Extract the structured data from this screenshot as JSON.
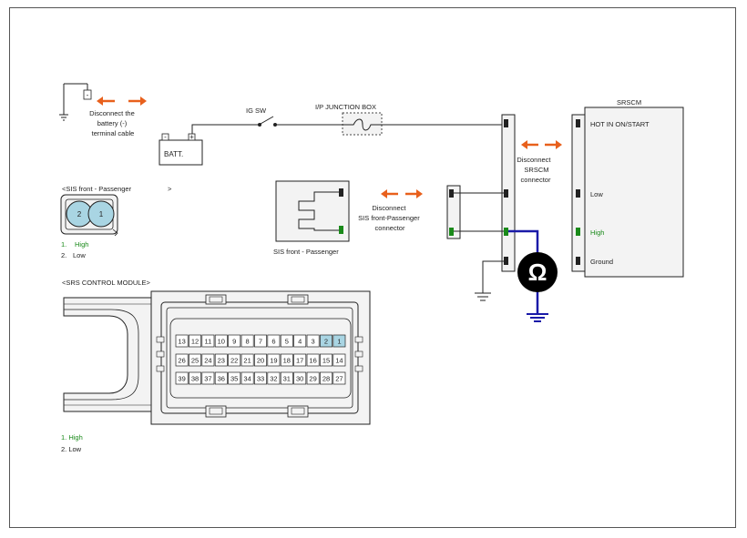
{
  "colors": {
    "orange": "#e8601c",
    "green": "#1a8a1a",
    "meter": "#1a1aa8",
    "box_fill": "#f3f3f3",
    "line": "#222222",
    "lightblue": "#a9d5e3"
  },
  "battery_area": {
    "terminal_minus": "-",
    "disconnect_text": [
      "Disconnect the",
      "battery (-)",
      "terminal cable"
    ],
    "batt_label": "BATT.",
    "batt_minus": "-",
    "batt_plus": "+",
    "ig_sw": "IG SW",
    "junction_box": "I/P JUNCTION BOX"
  },
  "sis_section": {
    "title": "<SIS front - Passenger",
    "title_end": ">",
    "pin_numbers": [
      "2",
      "1"
    ],
    "legend": [
      {
        "num": "1.",
        "text": "High"
      },
      {
        "num": "2.",
        "text": "Low"
      }
    ],
    "component_label": "SIS front - Passenger",
    "disconnect_text": [
      "Disconnect",
      "SIS front-Passenger",
      "connector"
    ]
  },
  "srscm": {
    "title": "SRSCM",
    "disconnect_text": [
      "Disconnect",
      "SRSCM",
      "connector"
    ],
    "pins": [
      "HOT IN ON/START",
      "Low",
      "High",
      "Ground"
    ]
  },
  "meter": {
    "symbol": "Ω"
  },
  "module_section": {
    "title": "<SRS CONTROL MODULE>",
    "row1": [
      "13",
      "12",
      "11",
      "10",
      "9",
      "8",
      "7",
      "6",
      "5",
      "4",
      "3",
      "2",
      "1"
    ],
    "row2": [
      "26",
      "25",
      "24",
      "23",
      "22",
      "21",
      "20",
      "19",
      "18",
      "17",
      "16",
      "15",
      "14"
    ],
    "row3": [
      "39",
      "38",
      "37",
      "36",
      "35",
      "34",
      "33",
      "32",
      "31",
      "30",
      "29",
      "28",
      "27"
    ],
    "highlighted": [
      "1",
      "2"
    ],
    "legend": [
      {
        "text": "1. High"
      },
      {
        "text": "2. Low"
      }
    ]
  }
}
